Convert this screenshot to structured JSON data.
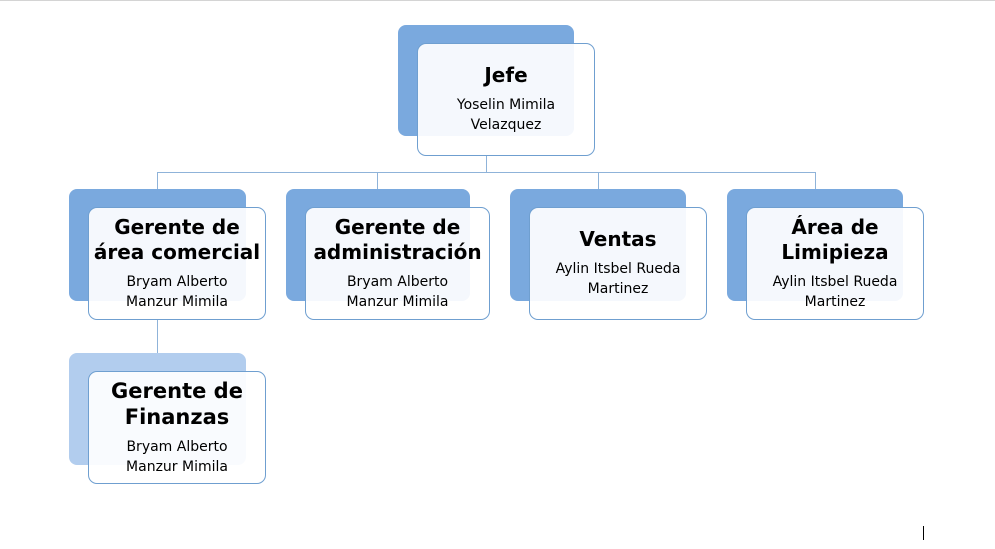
{
  "chart": {
    "root": {
      "title": "Jefe",
      "person": "Yoselin Mimila Velazquez"
    },
    "level1": [
      {
        "title": "Gerente de área comercial",
        "person": "Bryam Alberto Manzur Mimila"
      },
      {
        "title": "Gerente de administración",
        "person": "Bryam Alberto Manzur Mimila"
      },
      {
        "title": "Ventas",
        "person": "Aylin Itsbel Rueda Martinez"
      },
      {
        "title": "Área de Limipieza",
        "person": "Aylin Itsbel Rueda Martinez"
      }
    ],
    "level2": [
      {
        "title": "Gerente de Finanzas",
        "person": "Bryam Alberto Manzur Mimila"
      }
    ]
  },
  "colors": {
    "back_dark": "#7aa9de",
    "back_light": "#b2cdee",
    "border": "#6f9fd0",
    "connector": "#8fb3d9"
  }
}
